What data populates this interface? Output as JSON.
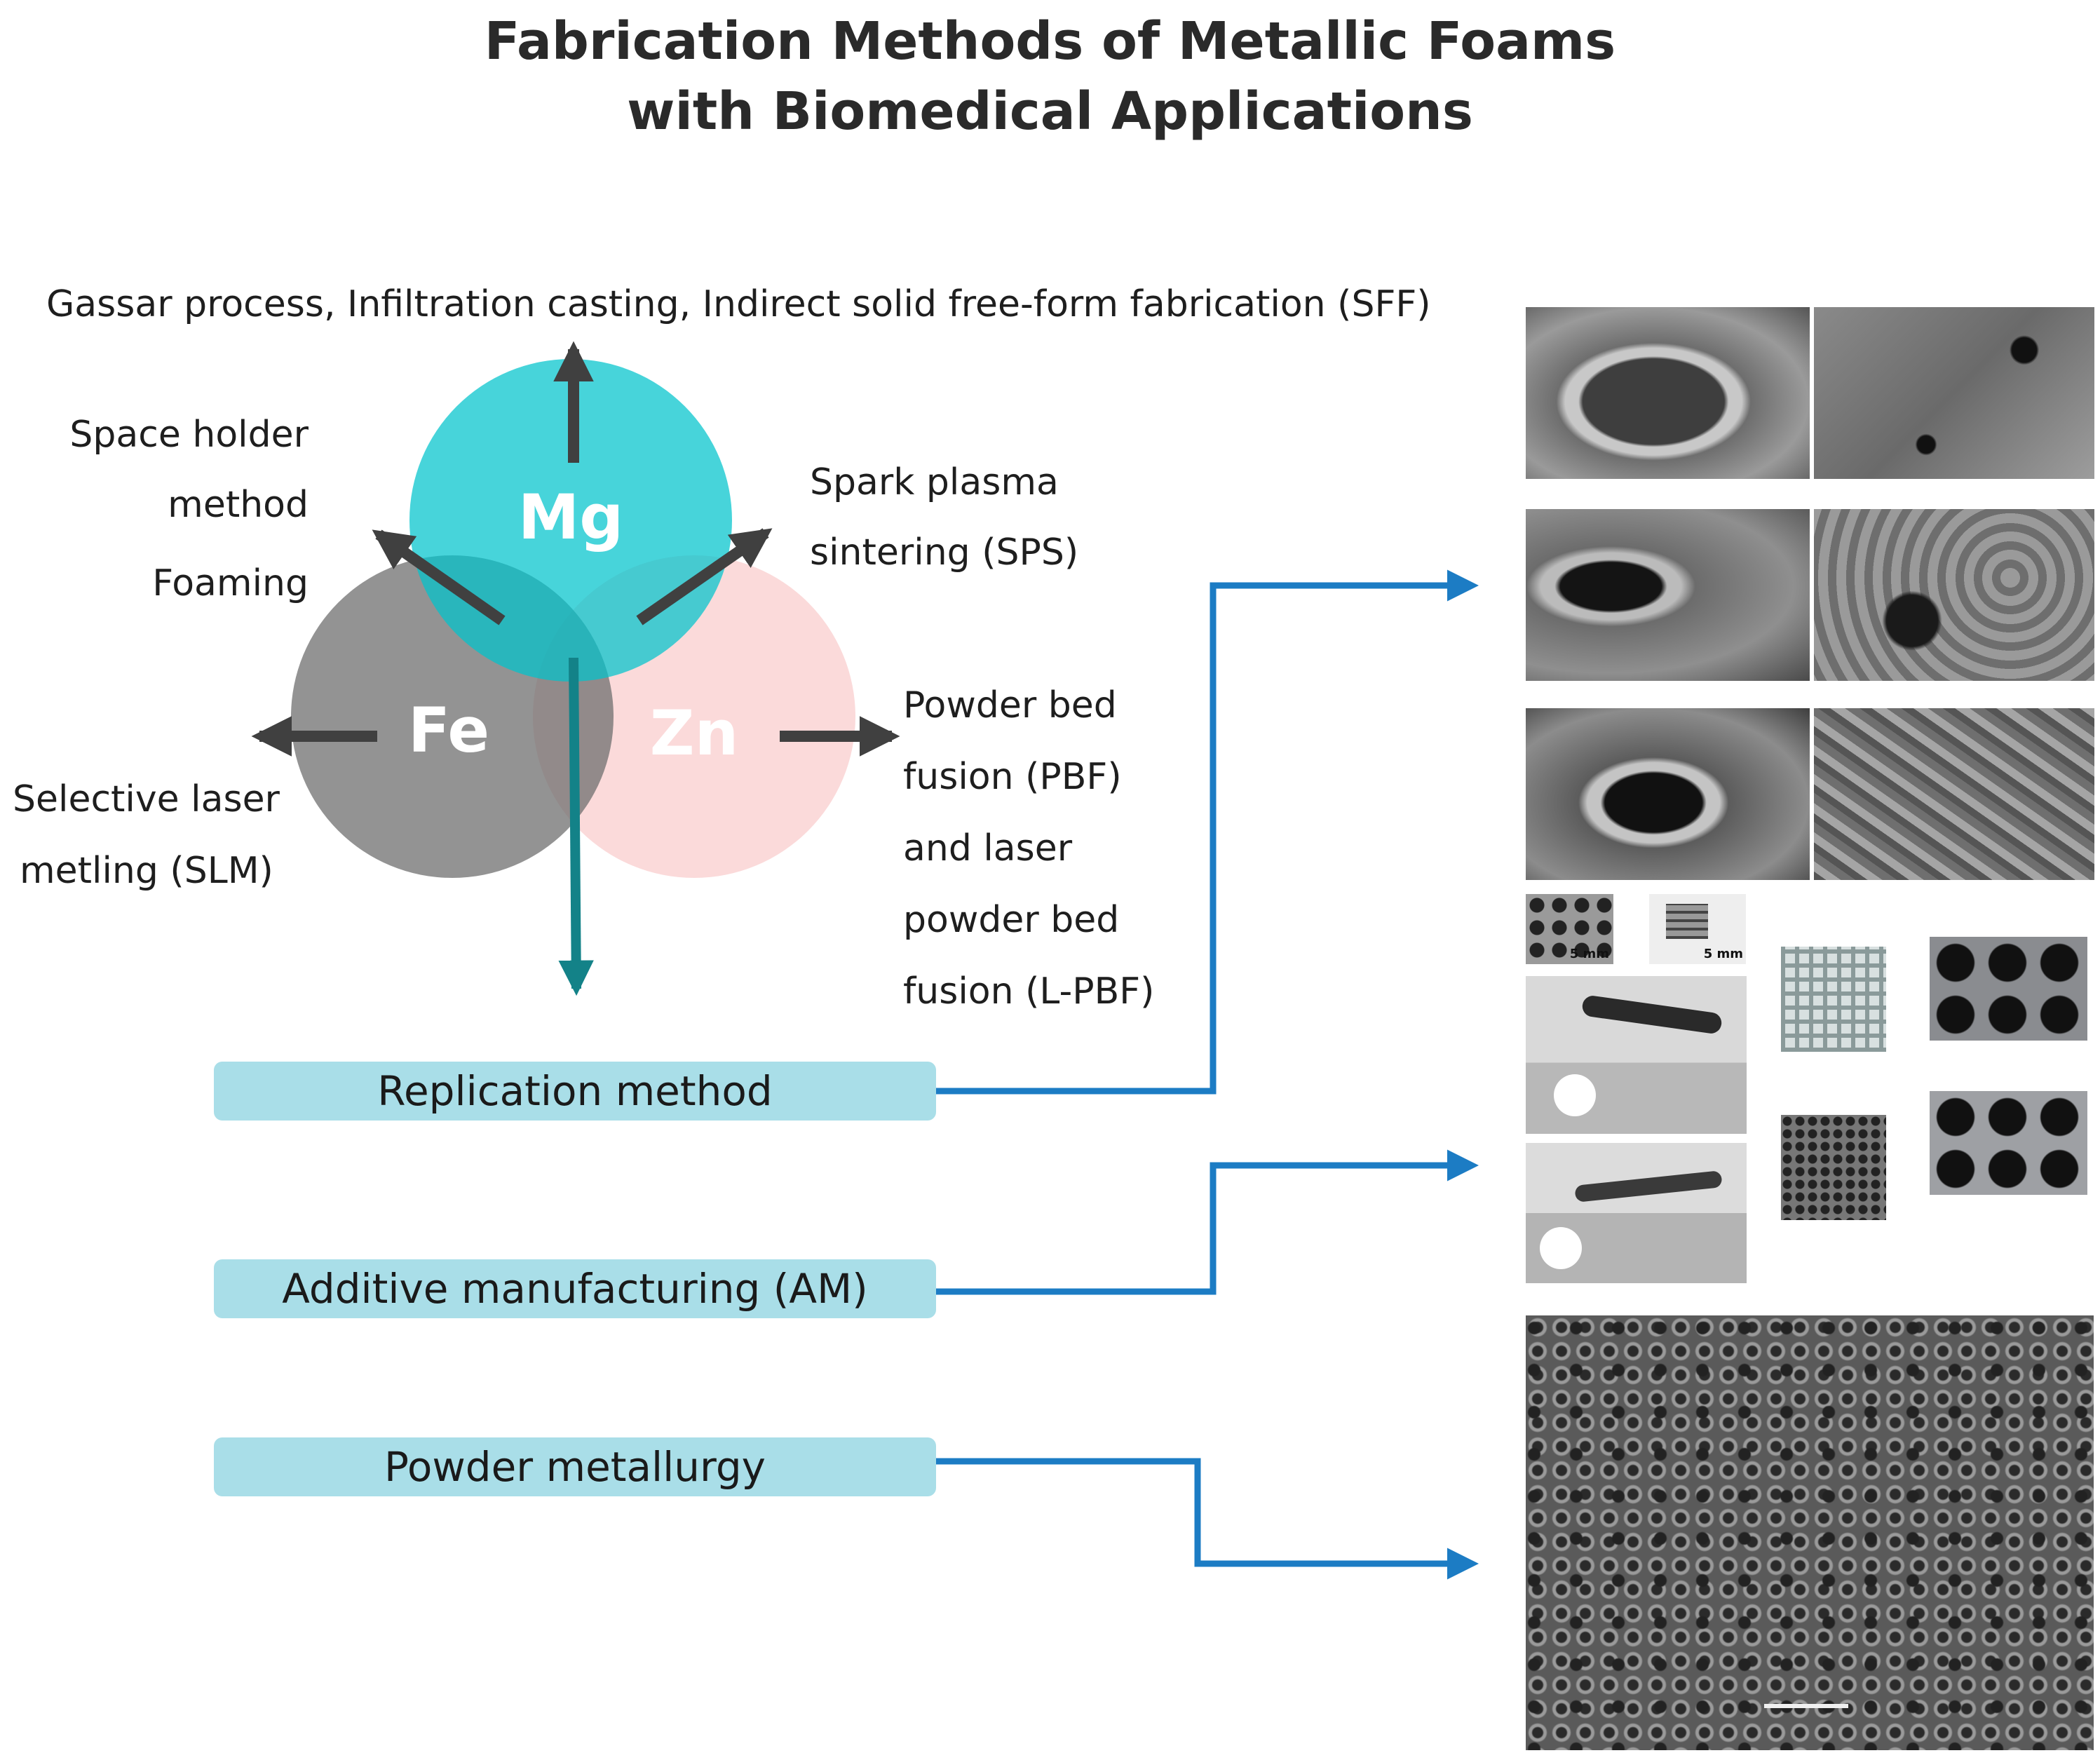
{
  "title": {
    "line1": "Fabrication Methods of Metallic Foams",
    "line2": "with Biomedical Applications"
  },
  "circles": {
    "mg": {
      "label": "Mg",
      "color": "#00c4cc"
    },
    "fe": {
      "label": "Fe",
      "color": "#8a8a8a"
    },
    "zn": {
      "label": "Zn",
      "color": "#f9c2c2"
    }
  },
  "labels": {
    "top": "Gassar process, Infiltration casting, Indirect solid free-form fabrication (SFF)",
    "upper_left": [
      "Space holder",
      "method",
      "Foaming"
    ],
    "upper_right": [
      "Spark plasma",
      "sintering (SPS)"
    ],
    "lower_left": [
      "Selective laser",
      "metling (SLM)"
    ],
    "right": [
      "Powder bed",
      "fusion (PBF)",
      "and laser",
      "powder bed",
      "fusion (L-PBF)"
    ]
  },
  "methods": {
    "replication": "Replication method",
    "additive": "Additive manufacturing (AM)",
    "powder": "Powder metallurgy"
  },
  "scale_labels": {
    "small_a": "5 mm",
    "small_b": "5 mm"
  },
  "colors": {
    "arrow_dark": "#404040",
    "arrow_teal": "#138288",
    "connector_blue": "#1c7cc4",
    "method_box": "#a9dee8"
  }
}
